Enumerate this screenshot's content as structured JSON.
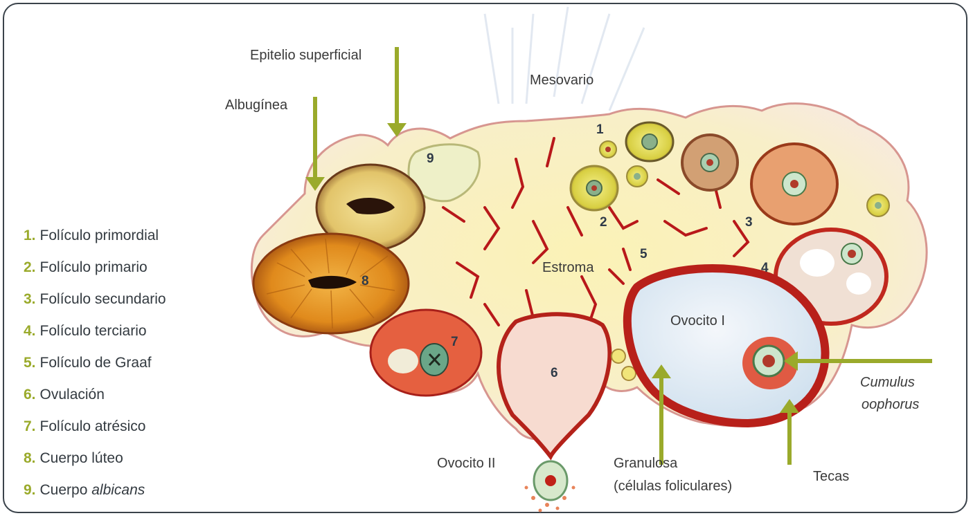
{
  "legend": [
    {
      "num": "1.",
      "text": "Folículo primordial"
    },
    {
      "num": "2.",
      "text": "Folículo primario"
    },
    {
      "num": "3.",
      "text": "Folículo secundario"
    },
    {
      "num": "4.",
      "text": "Folículo terciario"
    },
    {
      "num": "5.",
      "text": "Folículo de Graaf"
    },
    {
      "num": "6.",
      "text": "Ovulación"
    },
    {
      "num": "7.",
      "text": "Folículo atrésico"
    },
    {
      "num": "8.",
      "text": "Cuerpo lúteo"
    },
    {
      "num": "9.",
      "text": "Cuerpo ",
      "italic": "albicans"
    }
  ],
  "labels": {
    "epitelio": "Epitelio superficial",
    "albuginea": "Albugínea",
    "mesovario": "Mesovario",
    "estroma": "Estroma",
    "ovocito1": "Ovocito I",
    "cumulus1": "Cumulus",
    "cumulus2": "oophorus",
    "ovocito2": "Ovocito II",
    "granulosa1": "Granulosa",
    "granulosa2": "(células foliculares)",
    "tecas": "Tecas"
  },
  "numbers": {
    "n1": "1",
    "n2": "2",
    "n3": "3",
    "n4": "4",
    "n5": "5",
    "n6": "6",
    "n7": "7",
    "n8": "8",
    "n9": "9"
  },
  "colors": {
    "arrow": "#9aaa2b",
    "legend_num": "#9aaa2b",
    "border": "#3a424a",
    "tissue_red": "#c0281e",
    "stroma": "#f6ecb0"
  }
}
